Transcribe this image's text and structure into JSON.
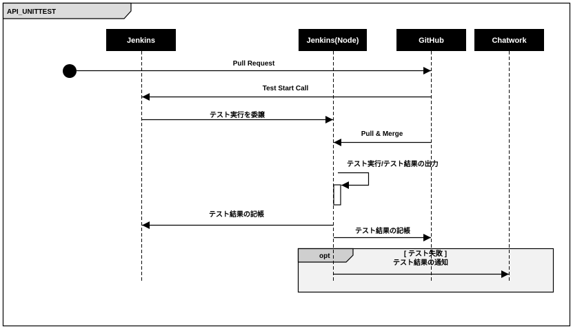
{
  "frame": {
    "title": "API_UNITTEST"
  },
  "participants": [
    {
      "id": "jenkins",
      "label": "Jenkins"
    },
    {
      "id": "jenkins_node",
      "label": "Jenkins(Node)"
    },
    {
      "id": "github",
      "label": "GitHub"
    },
    {
      "id": "chatwork",
      "label": "Chatwork"
    }
  ],
  "messages": [
    {
      "id": "m1",
      "label": "Pull Request",
      "from": "start",
      "to": "github"
    },
    {
      "id": "m2",
      "label": "Test Start Call",
      "from": "github",
      "to": "jenkins"
    },
    {
      "id": "m3",
      "label": "テスト実行を委譲",
      "from": "jenkins",
      "to": "jenkins_node"
    },
    {
      "id": "m4",
      "label": "Pull  & Merge",
      "from": "github",
      "to": "jenkins_node"
    },
    {
      "id": "m5",
      "label": "テスト実行/テスト結果の出力",
      "from": "jenkins_node",
      "to": "jenkins_node"
    },
    {
      "id": "m6",
      "label": "テスト結果の記帳",
      "from": "jenkins_node",
      "to": "jenkins"
    },
    {
      "id": "m7",
      "label": "テスト結果の記帳",
      "from": "jenkins_node",
      "to": "github"
    },
    {
      "id": "m8",
      "label": "テスト結果の通知",
      "from": "jenkins_node",
      "to": "chatwork"
    }
  ],
  "fragment": {
    "operator": "opt",
    "guard": "[ テスト失敗 ]"
  },
  "colors": {
    "participant_fill": "#000000",
    "participant_text": "#ffffff",
    "fragment_fill": "#f2f2f2",
    "fragment_tab": "#cfcfcf",
    "line": "#000000"
  }
}
